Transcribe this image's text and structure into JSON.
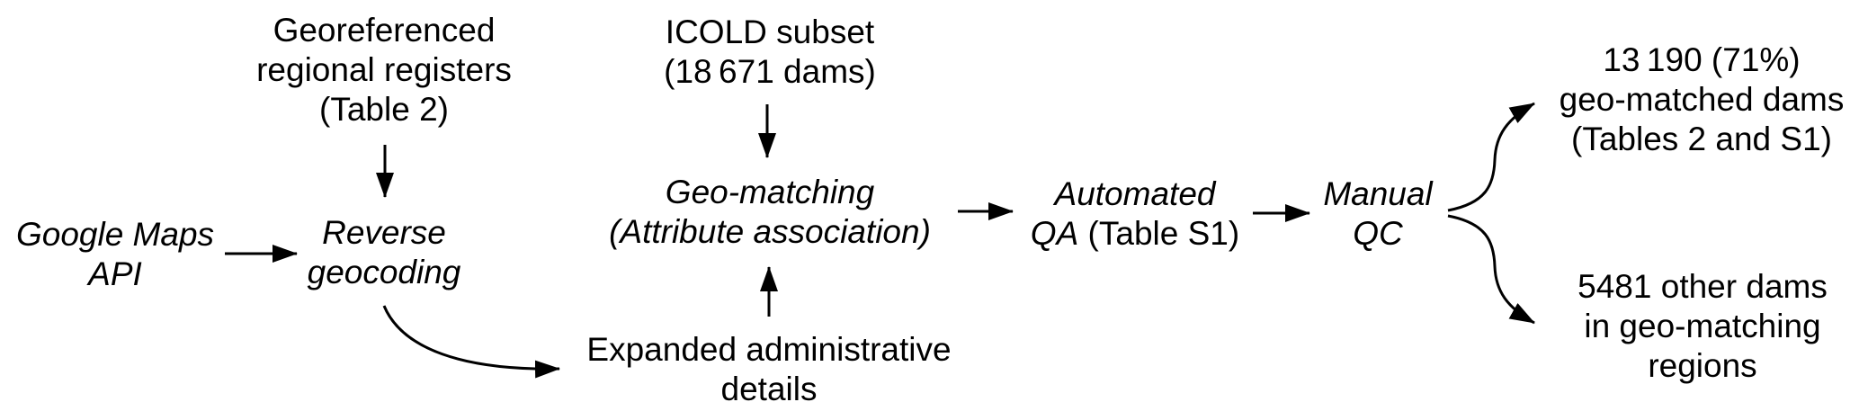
{
  "figure": {
    "title": "Geo-matching workflow diagram",
    "colors": {
      "background": "#ffffff",
      "text": "#000000",
      "arrow": "#000000"
    }
  },
  "nodes": {
    "google_maps_api": {
      "lines": [
        "Google Maps",
        "API"
      ],
      "style": "italic"
    },
    "georeferenced_registers": {
      "lines": [
        "Georeferenced",
        "regional registers",
        "(Table 2)"
      ],
      "style": "upright"
    },
    "reverse_geocoding": {
      "lines": [
        "Reverse",
        "geocoding"
      ],
      "style": "italic"
    },
    "icold_subset": {
      "lines": [
        "ICOLD subset",
        "(18 671 dams)"
      ],
      "style": "upright"
    },
    "geo_matching": {
      "lines": [
        "Geo-matching",
        "(Attribute association)"
      ],
      "style": "italic"
    },
    "expanded_details": {
      "lines": [
        "Expanded administrative",
        "details"
      ],
      "style": "upright"
    },
    "automated_qa": {
      "line1_italic": "Automated",
      "line2_italic": "QA",
      "line2_regular": " (Table S1)"
    },
    "manual_qc": {
      "lines": [
        "Manual",
        "QC"
      ],
      "style": "italic"
    },
    "geo_matched_dams": {
      "lines": [
        "13 190 (71%)",
        "geo-matched dams",
        "(Tables 2 and S1)"
      ],
      "style": "upright"
    },
    "other_dams": {
      "lines": [
        "5481 other dams",
        "in geo-matching",
        "regions"
      ],
      "style": "upright"
    }
  },
  "connections": [
    {
      "from": "google_maps_api",
      "to": "reverse_geocoding",
      "shape": "straight"
    },
    {
      "from": "georeferenced_registers",
      "to": "reverse_geocoding",
      "shape": "straight"
    },
    {
      "from": "reverse_geocoding",
      "to": "expanded_details",
      "shape": "curved"
    },
    {
      "from": "icold_subset",
      "to": "geo_matching",
      "shape": "straight"
    },
    {
      "from": "expanded_details",
      "to": "geo_matching",
      "shape": "straight"
    },
    {
      "from": "geo_matching",
      "to": "automated_qa",
      "shape": "straight"
    },
    {
      "from": "automated_qa",
      "to": "manual_qc",
      "shape": "straight"
    },
    {
      "from": "manual_qc",
      "to": "geo_matched_dams",
      "shape": "curved"
    },
    {
      "from": "manual_qc",
      "to": "other_dams",
      "shape": "curved"
    }
  ]
}
